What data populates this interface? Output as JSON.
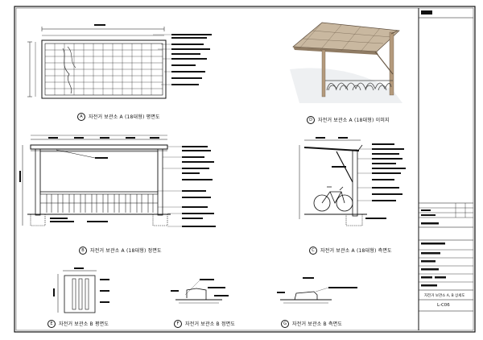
{
  "sheet": {
    "drawing_number": "L-C06",
    "title_block_caption": "자전거 보관소 A, B 상세도"
  },
  "views": [
    {
      "id": "a-plan",
      "marker": "A",
      "caption": "자전거 보관소 A (18대형) 평면도"
    },
    {
      "id": "a-image",
      "marker": "D",
      "caption": "자전거 보관소 A (18대형) 이미지"
    },
    {
      "id": "a-front",
      "marker": "B",
      "caption": "자전거 보관소 A (18대형) 정면도"
    },
    {
      "id": "a-side",
      "marker": "C",
      "caption": "자전거 보관소 A (18대형) 측면도"
    },
    {
      "id": "b-plan",
      "marker": "E",
      "caption": "자전거 보관소 B 평면도"
    },
    {
      "id": "b-front",
      "marker": "F",
      "caption": "자전거 보관소 B 정면도"
    },
    {
      "id": "b-side",
      "marker": "G",
      "caption": "자전거 보관소 B 측면도"
    }
  ]
}
